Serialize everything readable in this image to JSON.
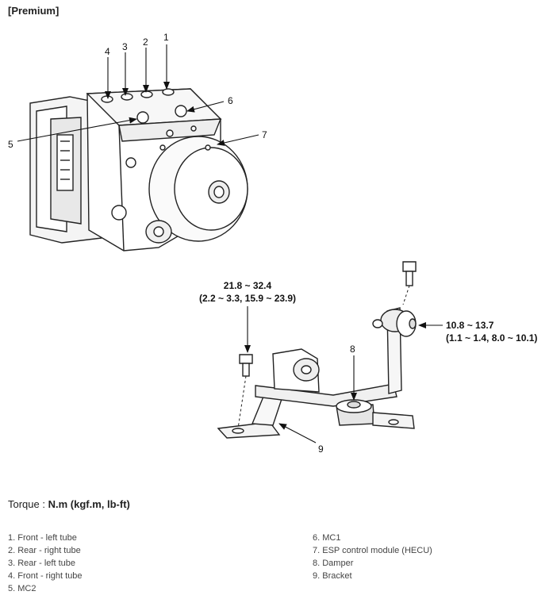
{
  "header": "[Premium]",
  "callouts": {
    "c1": "1",
    "c2": "2",
    "c3": "3",
    "c4": "4",
    "c5": "5",
    "c6": "6",
    "c7": "7",
    "c8": "8",
    "c9": "9"
  },
  "torque_values": {
    "bolt_left_line1": "21.8 ~ 32.4",
    "bolt_left_line2": "(2.2 ~ 3.3, 15.9 ~ 23.9)",
    "bolt_right_line1": "10.8 ~ 13.7",
    "bolt_right_line2": "(1.1 ~ 1.4, 8.0 ~ 10.1)"
  },
  "torque": {
    "label": "Torque : ",
    "unit": "N.m (kgf.m, lb-ft)"
  },
  "legend": {
    "left": [
      "1. Front - left tube",
      "2. Rear - right tube",
      "3. Rear - left tube",
      "4. Front - right tube",
      "5. MC2"
    ],
    "right": [
      "6. MC1",
      "7. ESP control module (HECU)",
      "8. Damper",
      "9. Bracket"
    ]
  }
}
